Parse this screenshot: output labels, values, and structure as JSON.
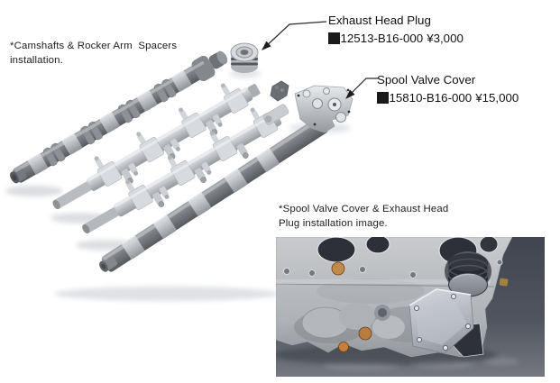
{
  "colors": {
    "page_background": "#ffffff",
    "text": "#1c1c1c",
    "leader_line": "#2a2a2a",
    "part_bullet": "#1a1a1a",
    "engine_photo_background": "#474b55"
  },
  "captions": {
    "camshafts": {
      "line1": "*Camshafts & Rocker Arm  Spacers",
      "line2": "installation."
    },
    "engine": {
      "line1": "*Spool Valve Cover & Exhaust Head",
      "line2": "Plug installation image."
    }
  },
  "annotations": [
    {
      "title": "Exhaust Head Plug",
      "part_number": "12513-B16-000",
      "price": "¥3,000"
    },
    {
      "title": "Spool Valve Cover",
      "part_number": "15810-B16-000",
      "price": "¥15,000"
    }
  ]
}
